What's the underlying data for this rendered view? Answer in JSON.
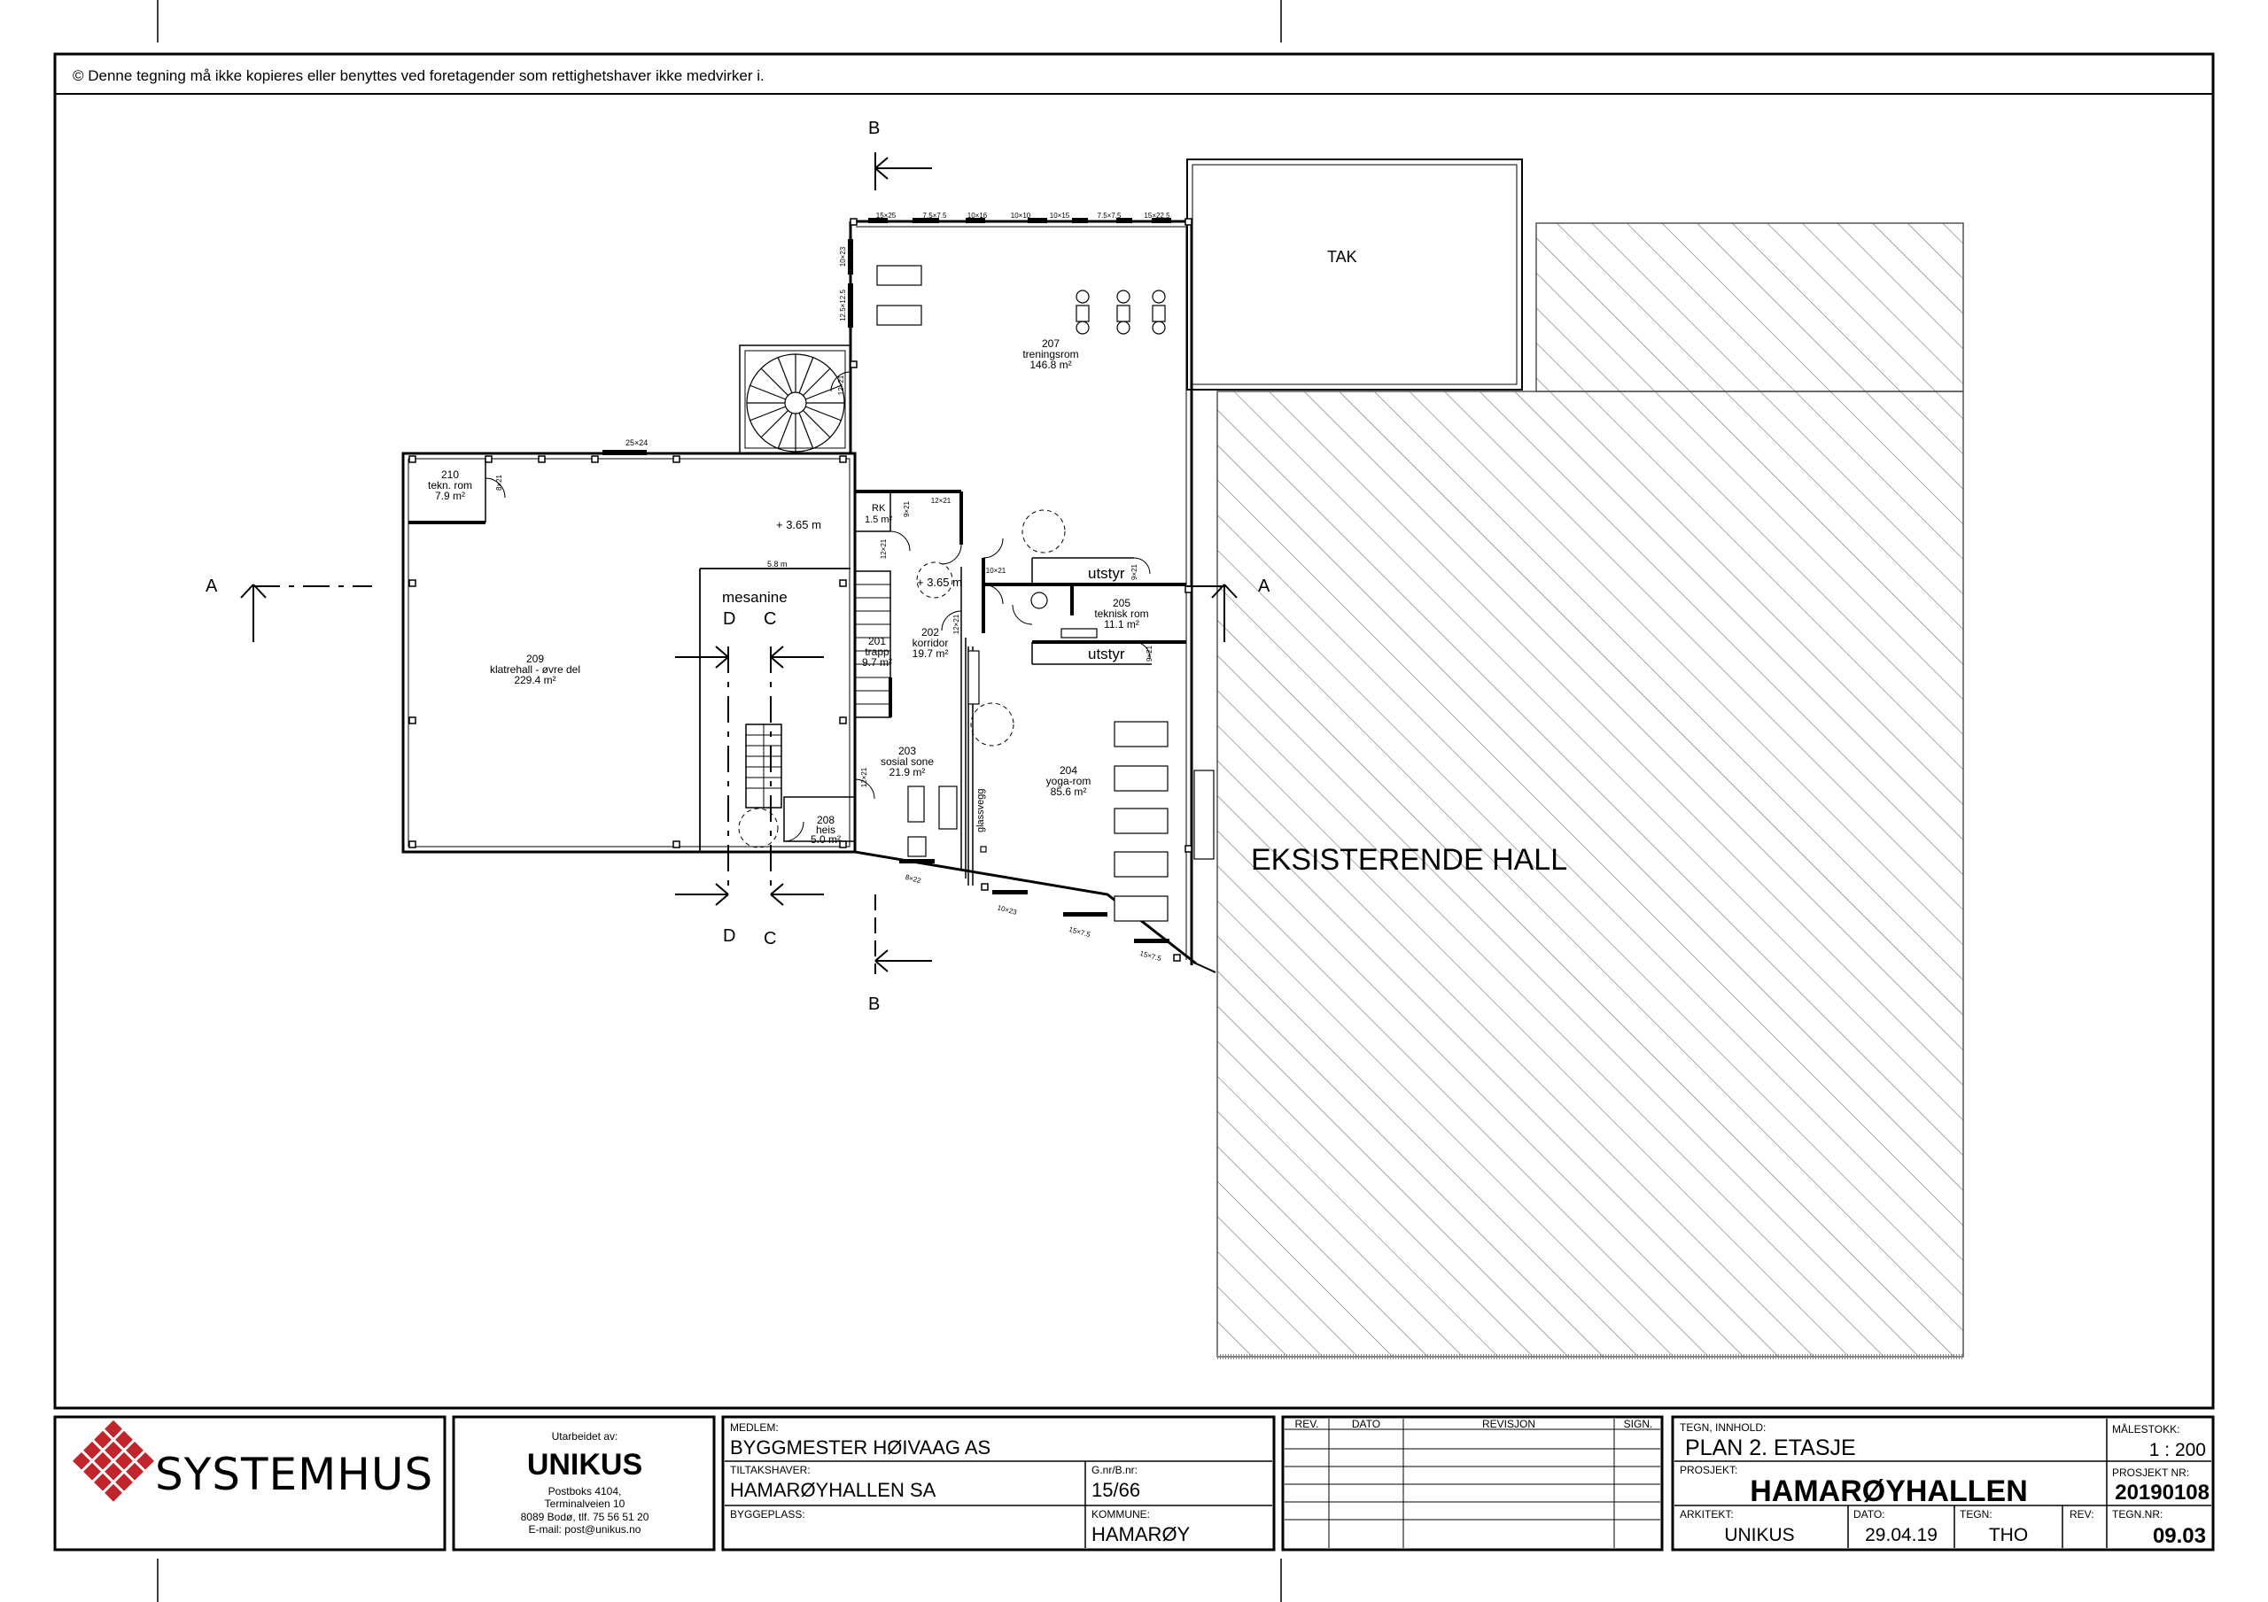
{
  "notice": "© Denne tegning må ikke kopieres eller benyttes ved foretagender som rettighetshaver ikke medvirker i.",
  "plan": {
    "rooms": [
      {
        "id": "210",
        "name": "tekn. rom",
        "area": "7.9 m²"
      },
      {
        "id": "209",
        "name": "klatrehall - øvre del",
        "area": "229.4 m²"
      },
      {
        "id": "201",
        "name": "trapp",
        "area": "9.7 m²"
      },
      {
        "id": "202",
        "name": "korridor",
        "area": "19.7 m²"
      },
      {
        "id": "203",
        "name": "sosial sone",
        "area": "21.9 m²"
      },
      {
        "id": "208",
        "name": "heis",
        "area": "5.0 m²"
      },
      {
        "id": "207",
        "name": "treningsrom",
        "area": "146.8 m²"
      },
      {
        "id": "205",
        "name": "teknisk rom",
        "area": "11.1 m²"
      },
      {
        "id": "204",
        "name": "yoga-rom",
        "area": "85.6 m²"
      }
    ],
    "labels": {
      "mesanine": "mesanine",
      "level1": "+ 3.65 m",
      "level2": "+ 3.65 m",
      "utstyr1": "utstyr",
      "utstyr2": "utstyr",
      "tak": "TAK",
      "existing_hall": "EKSISTERENDE HALL",
      "glassvegg": "glassvegg",
      "dim_58": "5.8 m",
      "dim_2524": "25×24",
      "rk": "RK",
      "rk_area": "1.5 m²"
    },
    "sections": {
      "a": "A",
      "b": "B",
      "c": "C",
      "d": "D"
    },
    "windows_top": [
      "15×25",
      "7.5×7.5",
      "10×16",
      "10×10",
      "10×15",
      "7.5×7.5",
      "15×22.5"
    ],
    "windows_left": [
      "10×23",
      "12.5×12.5"
    ],
    "windows_bottom": [
      "8×22",
      "10×23",
      "15×7.5",
      "15×7.5"
    ],
    "doors": [
      "8×21",
      "12×21",
      "12×21",
      "9×21",
      "12×21",
      "10×21",
      "12×21",
      "12×21",
      "9×21",
      "9×21"
    ]
  },
  "titleblock": {
    "brand": "SYSTEMHUS",
    "prepared_by_label": "Utarbeidet av:",
    "prepared_by": "UNIKUS",
    "address": [
      "Postboks 4104,",
      "Terminalveien 10",
      "8089 Bodø, tlf. 75 56 51 20",
      "E-mail: post@unikus.no"
    ],
    "medlem_label": "MEDLEM:",
    "medlem": "BYGGMESTER HØIVAAG AS",
    "tiltakshaver_label": "TILTAKSHAVER:",
    "tiltakshaver": "HAMARØYHALLEN SA",
    "gnr_label": "G.nr/B.nr:",
    "gnr": "15/66",
    "byggeplass_label": "BYGGEPLASS:",
    "kommune_label": "KOMMUNE:",
    "kommune": "HAMARØY",
    "rev_headers": [
      "REV.",
      "DATO",
      "REVISJON",
      "SIGN."
    ],
    "innhold_label": "TEGN, INNHOLD:",
    "innhold": "PLAN 2. ETASJE",
    "malestokk_label": "MÅLESTOKK:",
    "malestokk": "1 : 200",
    "prosjekt_label": "PROSJEKT:",
    "prosjekt": "HAMARØYHALLEN",
    "prosjekt_nr_label": "PROSJEKT NR:",
    "prosjekt_nr": "20190108",
    "arkitekt_label": "ARKITEKT:",
    "arkitekt": "UNIKUS",
    "dato_label": "DATO:",
    "dato": "29.04.19",
    "tegn_label": "TEGN:",
    "tegn": "THO",
    "rev_label": "REV:",
    "tegn_nr_label": "TEGN.NR:",
    "tegn_nr": "09.03"
  },
  "colors": {
    "line": "#000000",
    "hatch": "#6e6e6e",
    "logo_red": "#c0252b"
  }
}
